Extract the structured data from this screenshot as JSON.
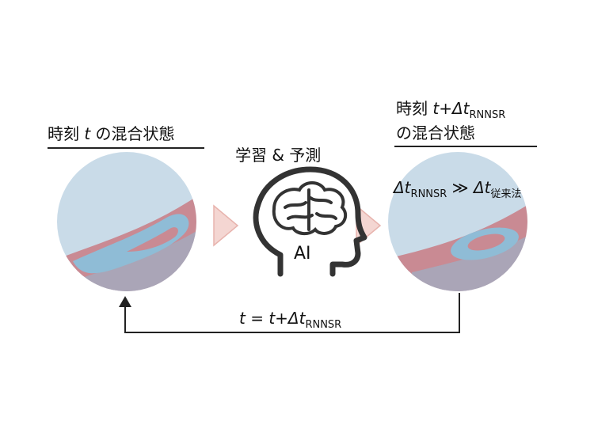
{
  "left_panel": {
    "title_prefix": "時刻 ",
    "title_var": "t",
    "title_suffix": " の混合状態"
  },
  "center": {
    "title": "学習 & 予測",
    "head_label": "AI"
  },
  "right_panel": {
    "title_line1_prefix": "時刻 ",
    "title_line1_var": "t+Δt",
    "title_line1_sub": "RNNSR",
    "title_line2": "の混合状態",
    "compare_left_var": "Δt",
    "compare_left_sub": "RNNSR",
    "compare_op": " ≫ ",
    "compare_right_var": "Δt",
    "compare_right_sub": "従来法"
  },
  "feedback": {
    "lhs_var": "t",
    "equals": " = ",
    "rhs_var": "t+Δt",
    "rhs_sub": "RNNSR"
  },
  "colors": {
    "fluid_light": "#c9dbe8",
    "fluid_red": "#c98a93",
    "fluid_blue": "#8fbcd6",
    "chevron": "#f4d6d2",
    "chevron_edge": "#e8b4ae",
    "line": "#222222",
    "icon": "#333333"
  }
}
